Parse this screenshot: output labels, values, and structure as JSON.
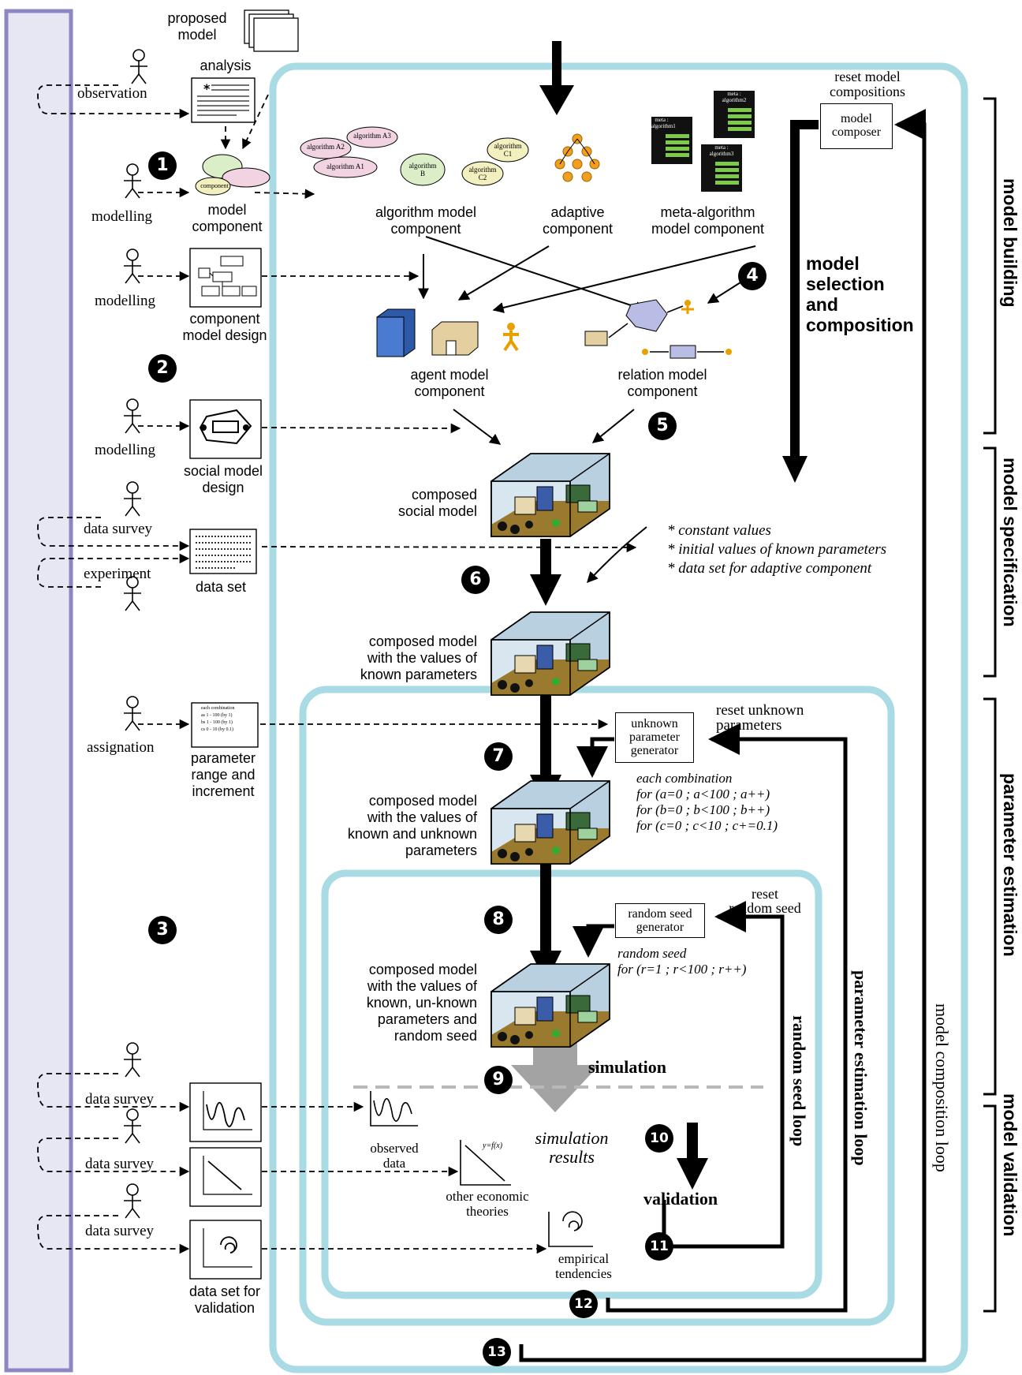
{
  "left_items": {
    "proposed_model": "proposed\nmodel",
    "analysis": "analysis",
    "observation": "observation",
    "modelling_1": "modelling",
    "model_component": "model\ncomponent",
    "modelling_2": "modelling",
    "component_model_design": "component\nmodel design",
    "modelling_3": "modelling",
    "social_model_design": "social model\ndesign",
    "data_survey_1": "data survey",
    "experiment": "experiment",
    "data_set": "data set",
    "assignation": "assignation",
    "parameter_range": "parameter\nrange and\nincrement",
    "data_survey_2": "data survey",
    "data_survey_3": "data survey",
    "data_survey_4": "data survey",
    "data_set_validation": "data set for\nvalidation"
  },
  "components": {
    "algorithm_model_component": "algorithm model\ncomponent",
    "adaptive_component": "adaptive\ncomponent",
    "meta_algorithm_model_component": "meta-algorithm\nmodel component",
    "agent_model_component": "agent model\ncomponent",
    "relation_model_component": "relation model\ncomponent",
    "composed_social_model": "composed\nsocial model",
    "composed_known": "composed model\nwith the values of\nknown parameters",
    "composed_known_unknown": "composed model\nwith the values of\nknown and unknown\nparameters",
    "composed_random_seed": "composed model\nwith the values of\nknown, un-known\nparameters and\nrandom seed"
  },
  "bubbles": {
    "algo_a1": "algorithm A1",
    "algo_a2": "algorithm A2",
    "algo_a3": "algorithm A3",
    "algo_b": "algorithm\nB",
    "algo_c1": "algorithm\nC1",
    "algo_c2": "algorithm\nC2",
    "component": "component",
    "meta_1": "meta :\nalgorithm1",
    "meta_2": "meta :\nalgorithm2",
    "meta_3": "meta :\nalgorithm3"
  },
  "right_texts": {
    "reset_model_compositions": "reset model\ncompositions",
    "model_composer": "model\ncomposer",
    "model_selection": "model\nselection\nand\ncomposition",
    "constants": "* constant values\n* initial values of known parameters\n* data set for adaptive component",
    "unknown_parameter_generator": "unknown\nparameter\ngenerator",
    "reset_unknown_parameters": "reset unknown\nparameters",
    "each_combination": "each combination\nfor (a=0 ; a<100 ; a++)\nfor (b=0 ; b<100 ; b++)\nfor (c=0 ; c<10 ; c+=0.1)",
    "random_seed_generator": "random seed\ngenerator",
    "reset_random_seed": "reset\nrandom seed",
    "random_seed_loop_text": "random seed\nfor (r=1 ; r<100 ; r++)",
    "simulation": "simulation",
    "simulation_results": "simulation\nresults",
    "validation": "validation",
    "observed_data": "observed\ndata",
    "other_economic_theories": "other economic\ntheories",
    "empirical_tendencies": "empirical\ntendencies",
    "yfx": "y=f(x)",
    "param_doc": "each combination\nas 1 - 100 (by 1)\nbs 1 - 100 (by 1)\ncs 0 - 10  (by 0.1)"
  },
  "loops": {
    "random_seed_loop": "random seed loop",
    "parameter_estimation_loop": "parameter estimation loop",
    "model_composition_loop": "model composition loop"
  },
  "phases": {
    "model_building": "model building",
    "model_specification": "model specification",
    "parameter_estimation": "parameter estimation",
    "model_validation": "model validation"
  },
  "steps": [
    "1",
    "2",
    "3",
    "4",
    "5",
    "6",
    "7",
    "8",
    "9",
    "10",
    "11",
    "12",
    "13"
  ],
  "colors": {
    "loop_border": "#a9dbe5",
    "left_bar_fill": "#e7e7f4",
    "left_bar_border": "#8c87c4",
    "simulation_arrow": "#a3a3a3",
    "dashed_line": "#b8b8b8",
    "bubble_pink": "#f1d3e1",
    "bubble_green": "#dbeec8",
    "bubble_yellow": "#f3f0c0"
  }
}
